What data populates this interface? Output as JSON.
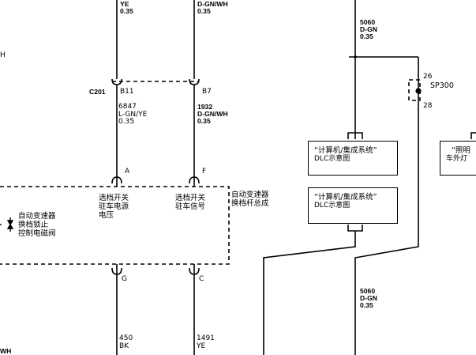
{
  "wires": {
    "top_left": {
      "circuit": "",
      "color": "YE",
      "size": "0.35"
    },
    "top_mid": {
      "circuit": "",
      "color": "D-GN/WH",
      "size": "0.35"
    },
    "top_right": {
      "circuit": "5060",
      "color": "D-GN",
      "size": "0.35"
    },
    "b11": {
      "circuit": "6847",
      "color": "L-GN/YE",
      "size": "0.35"
    },
    "b7": {
      "circuit": "1932",
      "color": "D-GN/WH",
      "size": "0.35"
    },
    "bottom_right": {
      "circuit": "5060",
      "color": "D-GN",
      "size": "0.35"
    },
    "bottom_g": {
      "circuit": "450",
      "color": "BK"
    },
    "bottom_c": {
      "circuit": "1491",
      "color": "YE"
    },
    "left_edge_top": "H",
    "left_edge_bottom": "WH"
  },
  "connectors": {
    "c201": "C201",
    "pin_b11": "B11",
    "pin_b7": "B7",
    "pin_a": "A",
    "pin_f": "F",
    "pin_g": "G",
    "pin_c": "C"
  },
  "splice": {
    "name": "SP300",
    "pin_top": "26",
    "pin_bottom": "28"
  },
  "components": {
    "shifter_assembly": "自动变速器\n换档杆总成",
    "shift_lock_solenoid": "自动变速器\n换档锁止\n控制电磁阀",
    "pin_a_label": "选档开关\n驻车电源\n电压",
    "pin_f_label": "选档开关\n驻车信号"
  },
  "reference_boxes": [
    {
      "title": "“计算机/集成系统”",
      "subtitle": "DLC示意图"
    },
    {
      "title": "“计算机/集成系统”",
      "subtitle": "DLC示意图"
    },
    {
      "title": "“照明",
      "subtitle": "车外灯"
    }
  ]
}
